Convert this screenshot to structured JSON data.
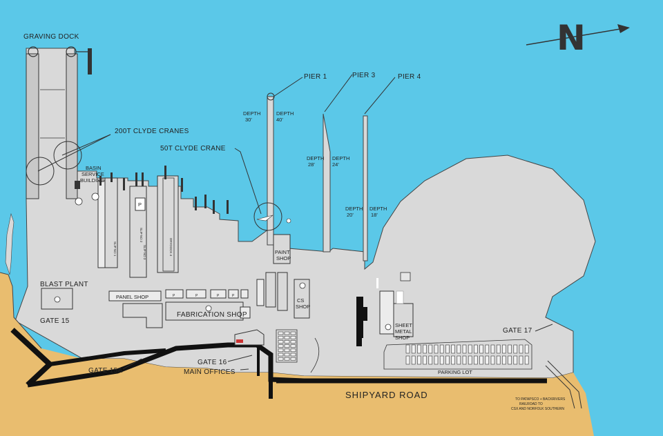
{
  "colors": {
    "water": "#5bc8e8",
    "land": "#d9d9d9",
    "sand": "#e9bd6f",
    "road": "#111111",
    "line": "#333333"
  },
  "compass": {
    "letter": "N",
    "icon": "north-arrow-icon"
  },
  "labels": {
    "graving_dock": "GRAVING DOCK",
    "clyde_cranes_200t": "200T CLYDE CRANES",
    "clyde_crane_50t": "50T CLYDE CRANE",
    "pier1": "PIER 1",
    "pier3": "PIER 3",
    "pier4": "PIER 4",
    "depth_word": "DEPTH",
    "pier1_depth_a": "30'",
    "pier1_depth_b": "40'",
    "pier3_depth_a": "28'",
    "pier3_depth_b": "24'",
    "pier4_depth_a": "20'",
    "pier4_depth_b": "18'",
    "basin_1": "BASIN",
    "basin_2": "SERVICE",
    "basin_3": "BUILDING",
    "paint_1": "PAINT",
    "paint_2": "SHOP",
    "cs_1": "CS",
    "cs_2": "SHOP",
    "sheet_1": "SHEET",
    "sheet_2": "METAL",
    "sheet_3": "SHOP",
    "blast_plant": "BLAST PLANT",
    "panel_shop": "PANEL SHOP",
    "fabrication_shop": "FABRICATION SHOP",
    "gate15": "GATE 15",
    "gate15a": "GATE 15A",
    "gate16": "GATE 16",
    "gate17": "GATE 17",
    "main_offices": "MAIN OFFICES",
    "parking_lot": "PARKING LOT",
    "shipyard_road": "SHIPYARD ROAD",
    "rail_note_1": "TO PATAPSCO + BACKRIVERS",
    "rail_note_2": "RAILROAD TO",
    "rail_note_3": "CSX AND NORFOLK SOUTHERN",
    "p_marker": "P",
    "slip1": "SLIP NO 1",
    "slip2": "SLIP NO 2",
    "slip3": "SLIP NO 3",
    "drydock4": "DRYDOCK 4"
  }
}
